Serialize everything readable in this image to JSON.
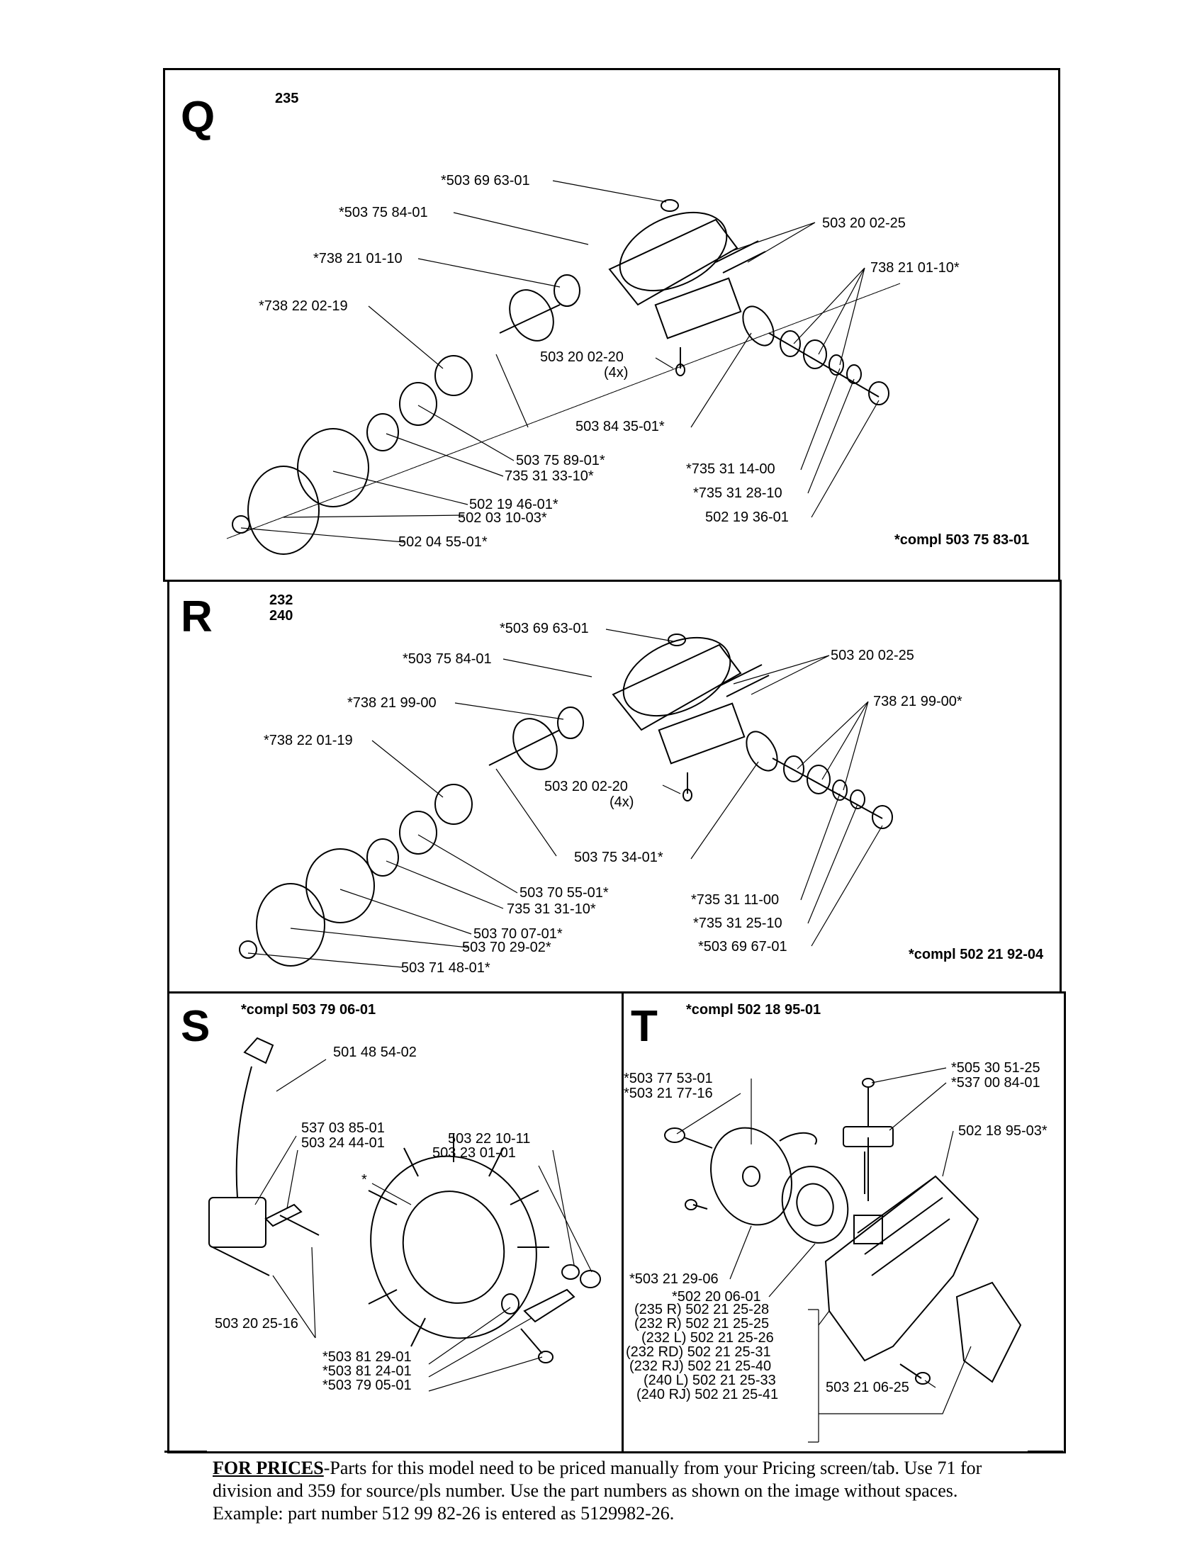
{
  "sections": {
    "Q": {
      "letter": "Q",
      "models": [
        "235"
      ],
      "complete": "*compl 503 75 83-01",
      "labels": [
        "*503 69 63-01",
        "*503 75 84-01",
        "503 20 02-25",
        "*738 21 01-10",
        "738 21 01-10*",
        "*738 22 02-19",
        "503 20 02-20",
        "(4x)",
        "503 84 35-01*",
        "503 75 89-01*",
        "735 31 33-10*",
        "*735 31 14-00",
        "*735 31 28-10",
        "502 19 46-01*",
        "502 03 10-03*",
        "502 19 36-01",
        "502 04 55-01*"
      ]
    },
    "R": {
      "letter": "R",
      "models": [
        "232",
        "240"
      ],
      "complete": "*compl 502 21 92-04",
      "labels": [
        "*503 69 63-01",
        "*503 75 84-01",
        "503 20 02-25",
        "*738 21 99-00",
        "738 21 99-00*",
        "*738 22 01-19",
        "503 20 02-20",
        "(4x)",
        "503 75 34-01*",
        "503 70 55-01*",
        "735 31 31-10*",
        "*735 31 11-00",
        "*735 31 25-10",
        "503 70 07-01*",
        "503 70 29-02*",
        "*503 69 67-01",
        "503 71 48-01*"
      ]
    },
    "S": {
      "letter": "S",
      "complete": "*compl 503 79 06-01",
      "labels": [
        "501 48 54-02",
        "537 03 85-01",
        "503 24 44-01",
        "503 22 10-11",
        "503 23 01-01",
        "*",
        "503 20 25-16",
        "*503 81 29-01",
        "*503 81 24-01",
        "*503 79 05-01"
      ]
    },
    "T": {
      "letter": "T",
      "complete": "*compl 502 18 95-01",
      "labels": [
        "*503 77 53-01",
        "*503 21 77-16",
        "*505 30 51-25",
        "*537 00 84-01",
        "502 18 95-03*",
        "*503 21 29-06",
        "*502 20 06-01",
        "503 21 06-25"
      ],
      "variants": [
        "(235 R) 502 21 25-28",
        "(232 R) 502 21 25-25",
        "(232 L) 502 21 25-26",
        "(232 RD) 502 21 25-31",
        "(232 RJ) 502 21 25-40",
        "(240 L) 502 21 25-33",
        "(240 RJ) 502 21 25-41"
      ]
    }
  },
  "footer": {
    "lead": "FOR PRICES",
    "text": "-Parts for this model need to be priced manually from your Pricing screen/tab. Use 71 for division and 359 for source/pls number. Use the part numbers as shown on the image without spaces. Example: part number 512 99 82-26 is entered as 5129982-26."
  }
}
